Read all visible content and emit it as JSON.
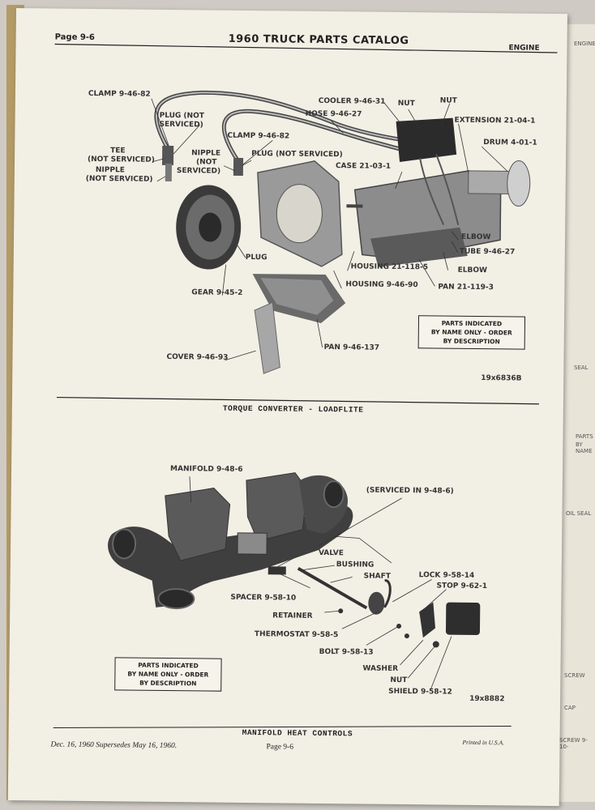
{
  "header": {
    "page": "Page 9-6",
    "title": "1960 TRUCK PARTS CATALOG",
    "section": "ENGINE"
  },
  "figure1": {
    "labels": {
      "clamp1": "CLAMP 9-46-82",
      "plug_ns_1": "PLUG (NOT",
      "plug_ns_2": "SERVICED)",
      "tee_1": "TEE",
      "tee_2": "(NOT SERVICED)",
      "nipple1_1": "NIPPLE",
      "nipple1_2": "(NOT SERVICED)",
      "clamp2": "CLAMP 9-46-82",
      "plug_ns2": "PLUG (NOT SERVICED)",
      "nipple2_1": "NIPPLE",
      "nipple2_2": "(NOT",
      "nipple2_3": "SERVICED)",
      "cooler": "COOLER 9-46-31",
      "nut1": "NUT",
      "nut2": "NUT",
      "hose": "HOSE 9-46-27",
      "extension": "EXTENSION 21-04-1",
      "drum": "DRUM 4-01-1",
      "case": "CASE 21-03-1",
      "elbow1": "ELBOW",
      "tube": "TUBE 9-46-27",
      "elbow2": "ELBOW",
      "plug": "PLUG",
      "housing1": "HOUSING 21-118-5",
      "housing2": "HOUSING 9-46-90",
      "pan1": "PAN 21-119-3",
      "gear": "GEAR 9-45-2",
      "cover": "COVER 9-46-93",
      "pan2": "PAN 9-46-137"
    },
    "note": [
      "PARTS INDICATED",
      "BY NAME ONLY - ORDER",
      "BY DESCRIPTION"
    ],
    "figure_number": "19x6836B",
    "caption": "TORQUE CONVERTER - LOADFLITE"
  },
  "figure2": {
    "labels": {
      "manifold": "MANIFOLD 9-48-6",
      "serviced_in": "(SERVICED IN 9-48-6)",
      "valve": "VALVE",
      "bushing": "BUSHING",
      "shaft": "SHAFT",
      "lock": "LOCK 9-58-14",
      "stop": "STOP 9-62-1",
      "spacer": "SPACER 9-58-10",
      "retainer": "RETAINER",
      "thermostat": "THERMOSTAT 9-58-5",
      "bolt": "BOLT 9-58-13",
      "washer": "WASHER",
      "nut": "NUT",
      "shield": "SHIELD 9-58-12"
    },
    "note": [
      "PARTS INDICATED",
      "BY NAME ONLY - ORDER",
      "BY DESCRIPTION"
    ],
    "figure_number": "19x8882",
    "caption": "MANIFOLD HEAT CONTROLS"
  },
  "footer": {
    "date": "Dec. 16, 1960 Supersedes May 16, 1960.",
    "page": "Page 9-6",
    "printed": "Printed in U.S.A."
  },
  "next_page_fragments": [
    "ENGINE",
    "SEAL",
    "PARTS",
    "BY NAME",
    "OIL SEAL",
    "SCREW",
    "CAP",
    "SCREW 9-10-"
  ]
}
